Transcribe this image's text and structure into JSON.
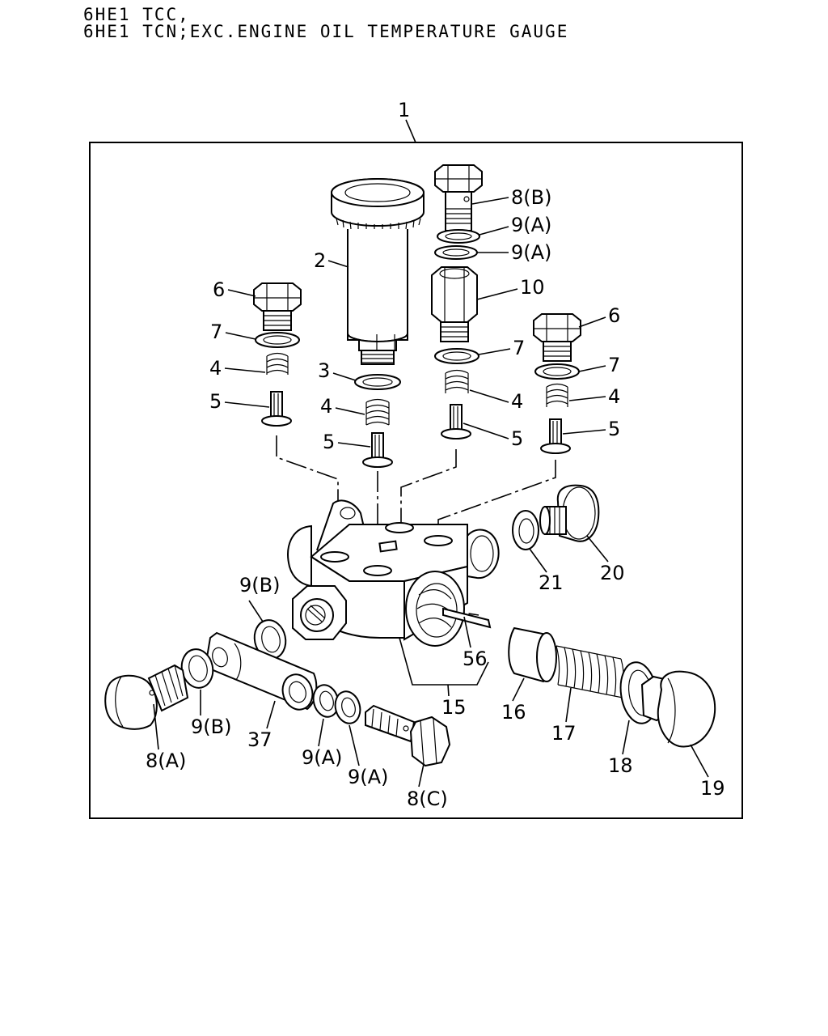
{
  "header": {
    "line1": "6HE1 TCC,",
    "line2": "6HE1 TCN;EXC.ENGINE OIL TEMPERATURE GAUGE"
  },
  "callouts": {
    "c1": "1",
    "c2": "2",
    "c3": "3",
    "c4a": "4",
    "c4b": "4",
    "c4c": "4",
    "c4d": "4",
    "c5a": "5",
    "c5b": "5",
    "c5c": "5",
    "c5d": "5",
    "c6a": "6",
    "c6b": "6",
    "c7a": "7",
    "c7b": "7",
    "c7c": "7",
    "c8a": "8(A)",
    "c8b": "8(B)",
    "c8c": "8(C)",
    "c9a1": "9(A)",
    "c9a2": "9(A)",
    "c9a3": "9(A)",
    "c9a4": "9(A)",
    "c9b1": "9(B)",
    "c9b2": "9(B)",
    "c10": "10",
    "c15": "15",
    "c16": "16",
    "c17": "17",
    "c18": "18",
    "c19": "19",
    "c20": "20",
    "c21": "21",
    "c37": "37",
    "c56": "56"
  }
}
